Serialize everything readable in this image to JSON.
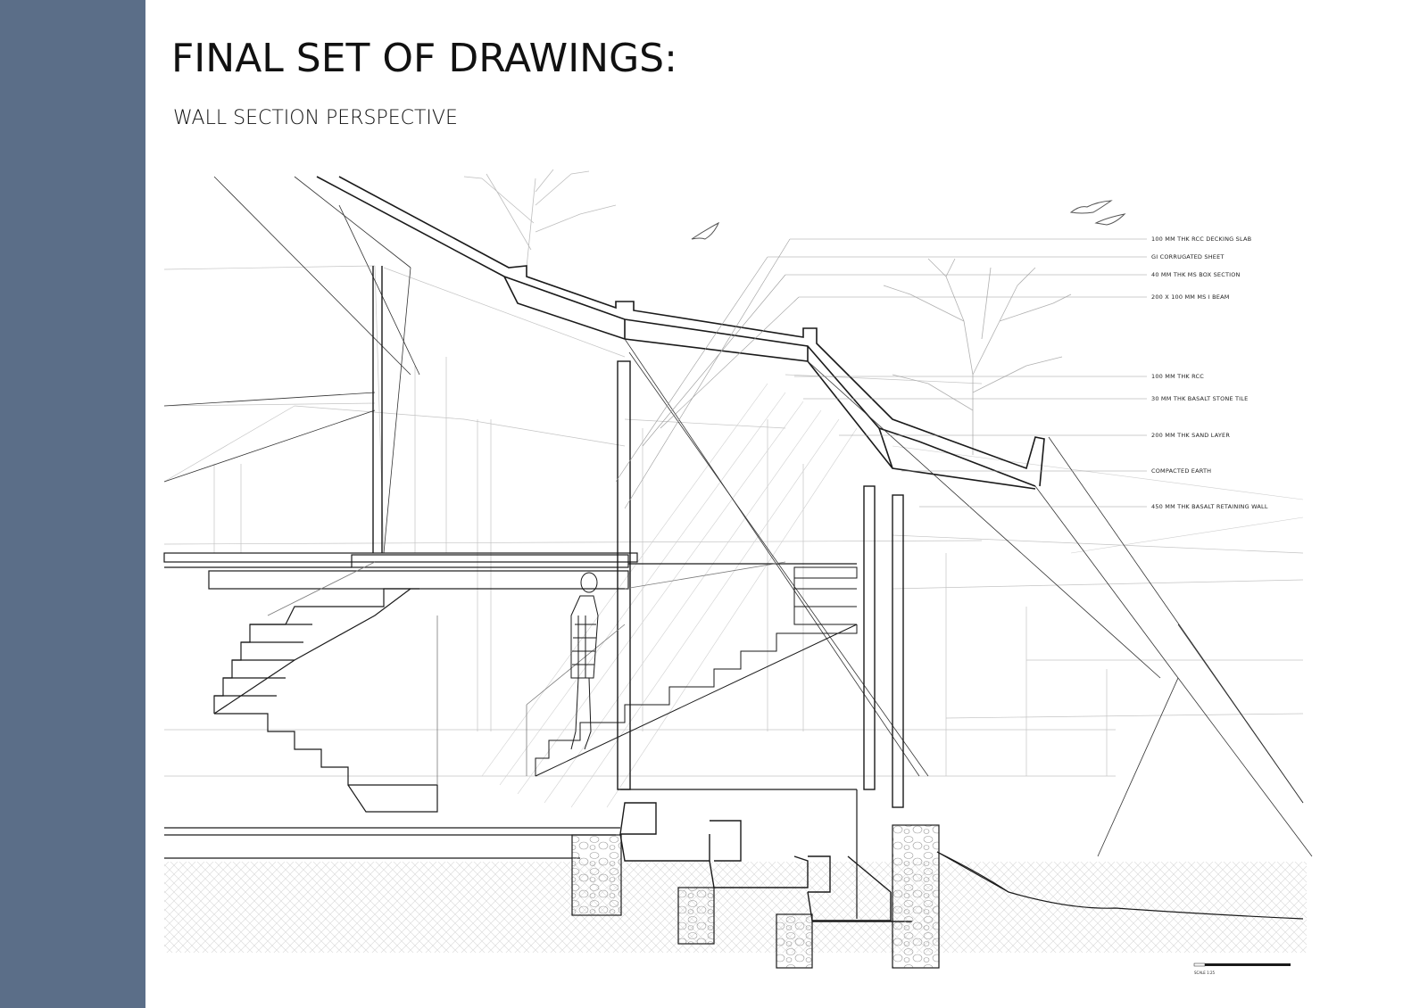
{
  "header": {
    "title": "FINAL SET OF DRAWINGS:",
    "subtitle": "WALL SECTION PERSPECTIVE"
  },
  "colors": {
    "sidebar": "#5b6e88",
    "line": "#1a1a1a",
    "light_line": "#b8b8b8"
  },
  "labels": [
    "100 MM THK RCC DECKING SLAB",
    "GI CORRUGATED SHEET",
    "40 MM THK MS BOX SECTION",
    "200 X 100 MM MS I BEAM",
    "100 MM THK RCC",
    "30 MM THK BASALT STONE TILE",
    "200 MM THK SAND LAYER",
    "COMPACTED EARTH",
    "450 MM THK BASALT RETAINING WALL"
  ],
  "scale_bar": {
    "label": "SCALE 1:25"
  }
}
